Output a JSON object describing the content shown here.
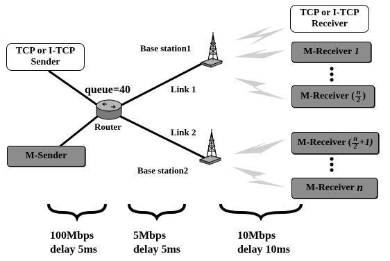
{
  "sender": {
    "line1": "TCP or I-TCP",
    "line2": "Sender"
  },
  "receiver": {
    "line1": "TCP or I-TCP",
    "line2": "Receiver"
  },
  "m_sender": "M-Sender",
  "queue_label": "queue=40",
  "router_label": "Router",
  "base_station1": "Base station1",
  "base_station2": "Base station2",
  "link1": "Link 1",
  "link2": "Link 2",
  "m_receivers": {
    "r1_prefix": "M-Receiver",
    "r1_index": "1",
    "r2_prefix": "M-Receiver (",
    "r2_num": "n",
    "r2_den": "2",
    "r2_suffix": ")",
    "r3_prefix": "M-Receiver (",
    "r3_num": "n",
    "r3_den": "2",
    "r3_suffix": "+1)",
    "rn_prefix": "M-Receiver",
    "rn_index": "n"
  },
  "segments": [
    {
      "bandwidth": "100Mbps",
      "delay": "delay 5ms"
    },
    {
      "bandwidth": "5Mbps",
      "delay": "delay 5ms"
    },
    {
      "bandwidth": "10Mbps",
      "delay": "delay 10ms"
    }
  ],
  "colors": {
    "box_gray": "#8c8c8c",
    "router": "#9a9a9a",
    "signal": "#cfcfcf"
  }
}
